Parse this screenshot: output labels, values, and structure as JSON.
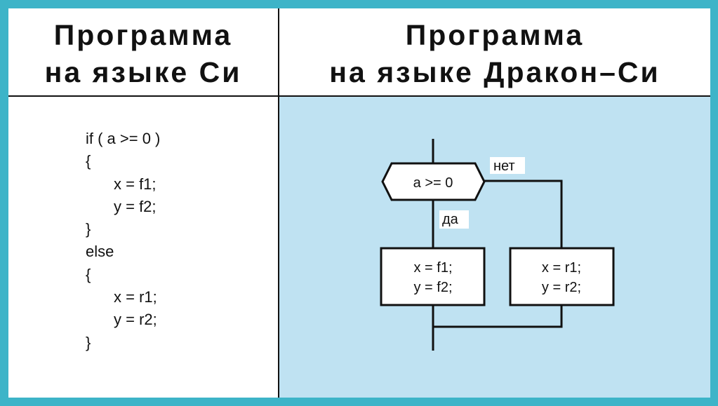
{
  "headers": {
    "left": [
      "Программа",
      "на языке Си"
    ],
    "right": [
      "Программа",
      "на языке Дракон–Си"
    ]
  },
  "code_lines": [
    {
      "text": "if ( a >= 0 )",
      "indent": false
    },
    {
      "text": "{",
      "indent": false
    },
    {
      "text": "x = f1;",
      "indent": true
    },
    {
      "text": "y = f2;",
      "indent": true
    },
    {
      "text": "}",
      "indent": false
    },
    {
      "text": "else",
      "indent": false
    },
    {
      "text": "{",
      "indent": false
    },
    {
      "text": "x = r1;",
      "indent": true
    },
    {
      "text": "y = r2;",
      "indent": true
    },
    {
      "text": "}",
      "indent": false
    }
  ],
  "diagram": {
    "condition": "a >= 0",
    "no_label": "нет",
    "yes_label": "да",
    "yes_box": [
      "x = f1;",
      "y = f2;"
    ],
    "no_box": [
      "x = r1;",
      "y = r2;"
    ]
  },
  "colors": {
    "border": "#3db4c8",
    "diagram_bg": "#bfe2f2"
  }
}
